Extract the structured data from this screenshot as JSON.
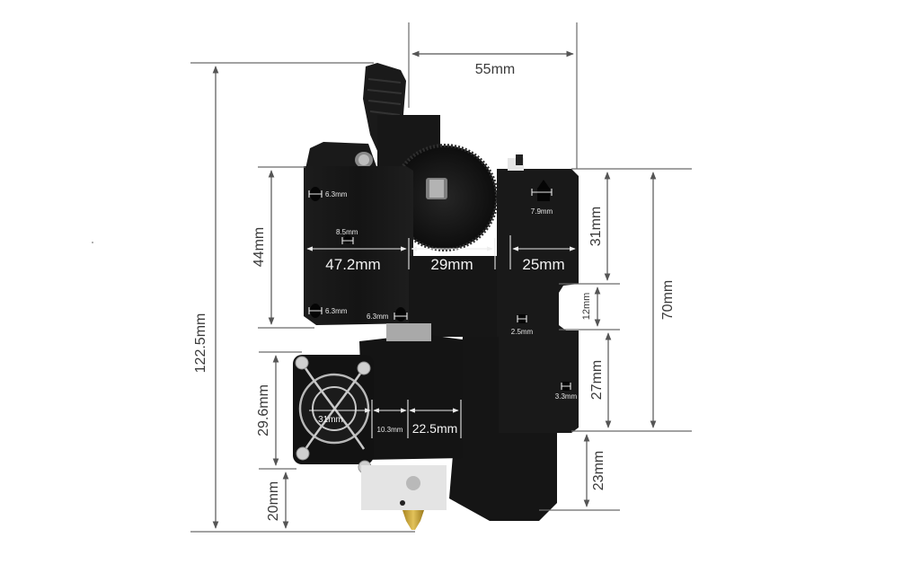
{
  "diagram": {
    "subject": "3D printer direct-drive extruder with hotend and fan",
    "colors": {
      "background": "#ffffff",
      "body": "#141414",
      "body_highlight": "#2a2a2a",
      "dimension_line": "#555555",
      "dimension_text_outside": "#3a3a3a",
      "dimension_text_inside": "#f2f2f2",
      "heater_block": "#e4e4e4",
      "nozzle": "#c9a43a"
    },
    "dimensions": {
      "overall_height": "122.5mm",
      "overall_width_top": "55mm",
      "extruder_height": "44mm",
      "extruder_width": "47.2mm",
      "gear_width": "29mm",
      "bracket_width": "25mm",
      "bracket_upper": "31mm",
      "bracket_slot": "12mm",
      "bracket_lower": "27mm",
      "bracket_total": "70mm",
      "bracket_bottom": "23mm",
      "fan_height": "29.6mm",
      "fan_width": "31mm",
      "hotend_gap": "10.3mm",
      "hotend_width": "22.5mm",
      "nozzle_height": "20mm",
      "hole_top_left": "6.3mm",
      "hole_bottom_left": "6.3mm",
      "hole_bottom_right": "6.3mm",
      "hole_center": "8.5mm",
      "hole_bracket_top": "7.9mm",
      "hole_bracket_mid": "2.5mm",
      "hole_bracket_low": "3.3mm"
    }
  }
}
